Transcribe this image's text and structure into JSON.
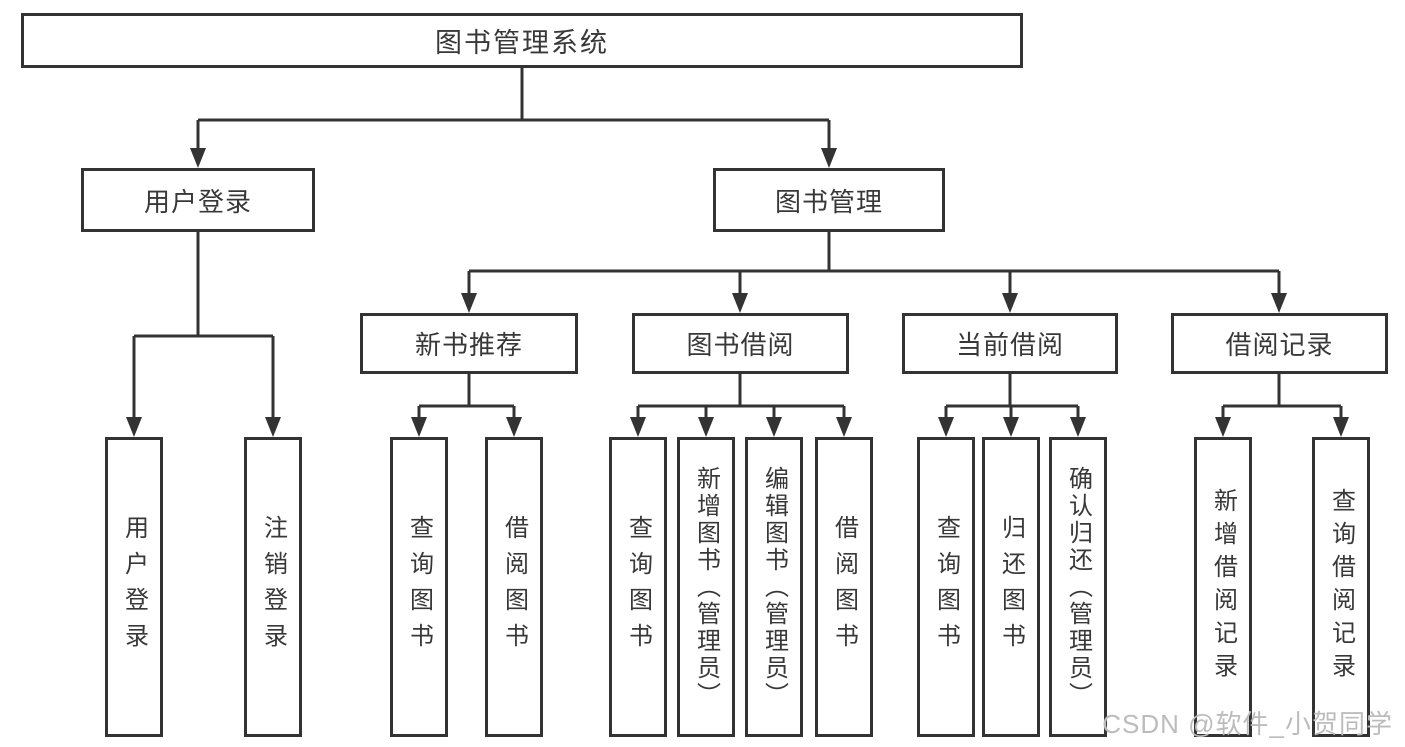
{
  "watermark": "CSDN @软件_小贺同学",
  "colors": {
    "border": "#333333",
    "line": "#333333",
    "text": "#383838",
    "watermark": "#bcbcbc",
    "background": "#ffffff"
  },
  "tree": {
    "root": {
      "label": "图书管理系统"
    },
    "children": [
      {
        "label": "用户登录",
        "children": [
          {
            "label": "用户登录"
          },
          {
            "label": "注销登录"
          }
        ]
      },
      {
        "label": "图书管理",
        "children": [
          {
            "label": "新书推荐",
            "children": [
              {
                "label": "查询图书"
              },
              {
                "label": "借阅图书"
              }
            ]
          },
          {
            "label": "图书借阅",
            "children": [
              {
                "label": "查询图书"
              },
              {
                "label": "新增图书（管理员）"
              },
              {
                "label": "编辑图书（管理员）"
              },
              {
                "label": "借阅图书"
              }
            ]
          },
          {
            "label": "当前借阅",
            "children": [
              {
                "label": "查询图书"
              },
              {
                "label": "归还图书"
              },
              {
                "label": "确认归还（管理员）"
              }
            ]
          },
          {
            "label": "借阅记录",
            "children": [
              {
                "label": "新增借阅记录"
              },
              {
                "label": "查询借阅记录"
              }
            ]
          }
        ]
      }
    ]
  }
}
